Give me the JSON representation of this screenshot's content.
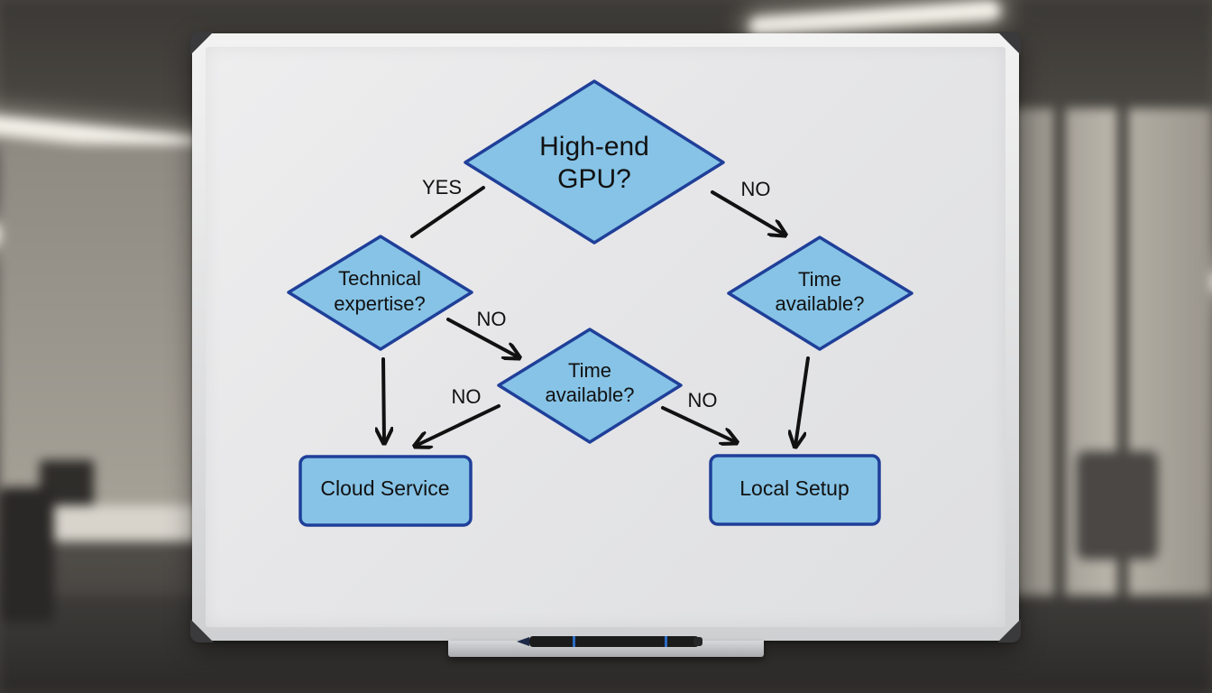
{
  "diagram": {
    "nodes": {
      "gpu": {
        "line1": "High-end",
        "line2": "GPU?"
      },
      "tech": {
        "line1": "Technical",
        "line2": "expertise?"
      },
      "time_mid": {
        "line1": "Time",
        "line2": "available?"
      },
      "time_right": {
        "line1": "Time",
        "line2": "available?"
      },
      "cloud": {
        "label": "Cloud Service"
      },
      "local": {
        "label": "Local Setup"
      }
    },
    "edges": {
      "gpu_to_tech": "YES",
      "gpu_to_time_right": "NO",
      "tech_to_time_mid": "NO",
      "time_mid_to_cloud": "NO",
      "time_mid_to_local": "NO"
    }
  },
  "colors": {
    "node_fill": "#86c3e6",
    "node_stroke": "#1f3f99",
    "arrow": "#111111"
  }
}
